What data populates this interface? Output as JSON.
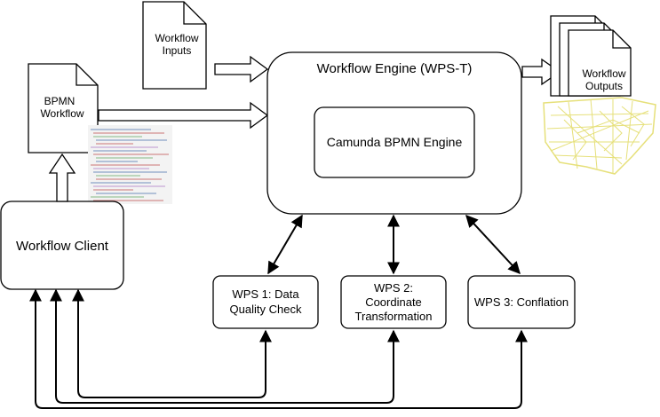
{
  "diagram": {
    "engine": {
      "title": "Workflow Engine (WPS-T)",
      "inner": "Camunda BPMN Engine"
    },
    "client": "Workflow Client",
    "bpmn_doc": {
      "line1": "BPMN",
      "line2": "Workflow"
    },
    "inputs_doc": {
      "line1": "Workflow",
      "line2": "Inputs"
    },
    "outputs_doc": {
      "line1": "Workflow",
      "line2": "Outputs"
    },
    "wps1": {
      "line1": "WPS 1: Data",
      "line2": "Quality Check"
    },
    "wps2": {
      "line1": "WPS 2:",
      "line2": "Coordinate",
      "line3": "Transformation"
    },
    "wps3": {
      "line1": "WPS 3: Conflation"
    }
  },
  "colors": {
    "stroke": "#000000",
    "background": "#ffffff",
    "map_lines": "#e6e07a",
    "code_thumbnail": "#f3f3f3"
  }
}
